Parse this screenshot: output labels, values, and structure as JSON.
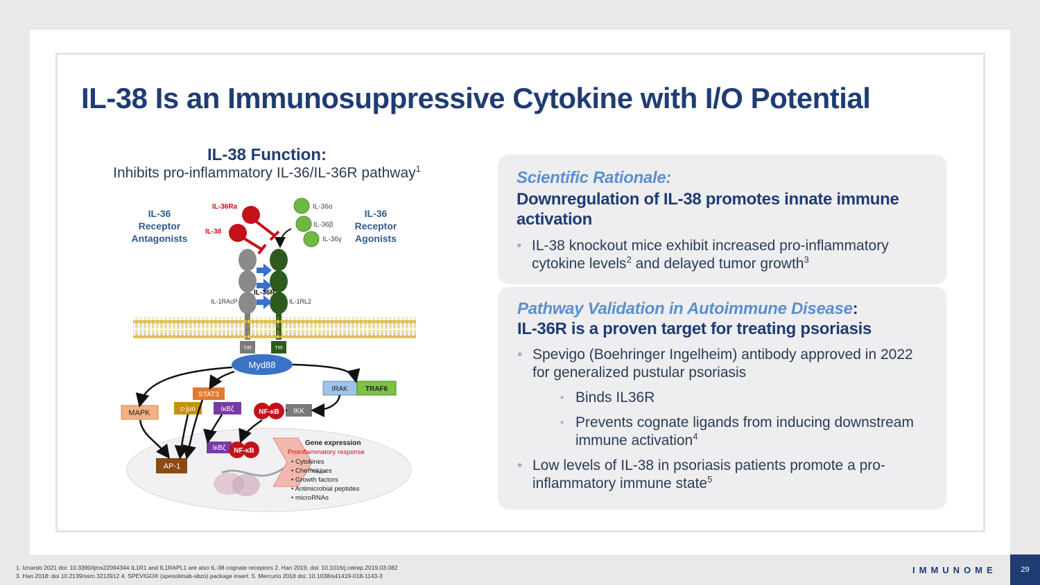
{
  "title": "IL-38 Is an Immunosuppressive Cytokine with I/O Potential",
  "figure": {
    "title": "IL-38 Function:",
    "subtitle": "Inhibits pro-inflammatory IL-36/IL-36R pathway",
    "subtitle_sup": "1",
    "antagonists_label": [
      "IL-36",
      "Receptor",
      "Antagonists"
    ],
    "agonists_label": [
      "IL-36",
      "Receptor",
      "Agonists"
    ],
    "il36ra": "IL-36Ra",
    "il38": "IL-38",
    "il36a": "IL-36α",
    "il36b": "IL-36β",
    "il36g": "IL-36γ",
    "il36r": "IL-36R",
    "il1racp": "IL-1RAcP",
    "il1rl2": "IL-1RL2",
    "tir": "TIR",
    "myd88": "Myd88",
    "irak": "IRAK",
    "traf6": "TRAF6",
    "stat3": "STAT3",
    "mapk": "MAPK",
    "cjun": "c-jun",
    "ikbz": "IκBζ",
    "nfkb": "NF-κB",
    "ikk": "IKK",
    "ap1": "AP-1",
    "gene_expression": "Gene expression",
    "proinflammatory": "Proinflammatory response",
    "gene_items": [
      "Cytokines",
      "Chemokines",
      "Growth factors",
      "Antimicrobial peptides",
      "microRNAs"
    ]
  },
  "panel1": {
    "heading": "Scientific Rationale:",
    "subheading": "Downregulation of IL-38 promotes innate immune activation",
    "bullet1_a": "IL-38 knockout mice exhibit increased pro-inflammatory cytokine levels",
    "bullet1_sup1": "2",
    "bullet1_b": " and delayed tumor growth",
    "bullet1_sup2": "3"
  },
  "panel2": {
    "heading": "Pathway Validation in Autoimmune Disease",
    "colon": ":",
    "subheading": "IL-36R is a proven target for treating psoriasis",
    "bullet1": "Spevigo (Boehringer Ingelheim) antibody approved in 2022 for generalized pustular psoriasis",
    "sub1": "Binds IL36R",
    "sub2": "Prevents cognate ligands from inducing downstream immune activation",
    "sub2_sup": "4",
    "bullet2": "Low levels of IL-38 in psoriasis patients promote a pro-inflammatory immune state",
    "bullet2_sup": "5"
  },
  "footnotes": [
    "1. Iznardo 2021 doi: 10.3390/ijms22094344  IL1R1 and IL1RAPL1 are also IL-38 cognate receptors 2. Han 2019, doi: 10.1016/j.celrep.2019.03.082",
    "3. Han 2018: doi 10.2139/ssrn.3213912 4. SPEVIGO® (spesolimab-sbzo) package insert.  5. Mercurio 2018 doi:  10.1038/s41419-018-1143-3"
  ],
  "logo": "IMMUNOME",
  "page_number": "29",
  "colors": {
    "navy": "#1f3c73",
    "accent_blue": "#5b8fcf",
    "panel_bg": "#eeeef0",
    "inhibitor_red": "#c4121a",
    "agonist_green": "#70b845",
    "receptor_dark_green": "#2e5a1e",
    "receptor_grey": "#8a8a8a"
  }
}
